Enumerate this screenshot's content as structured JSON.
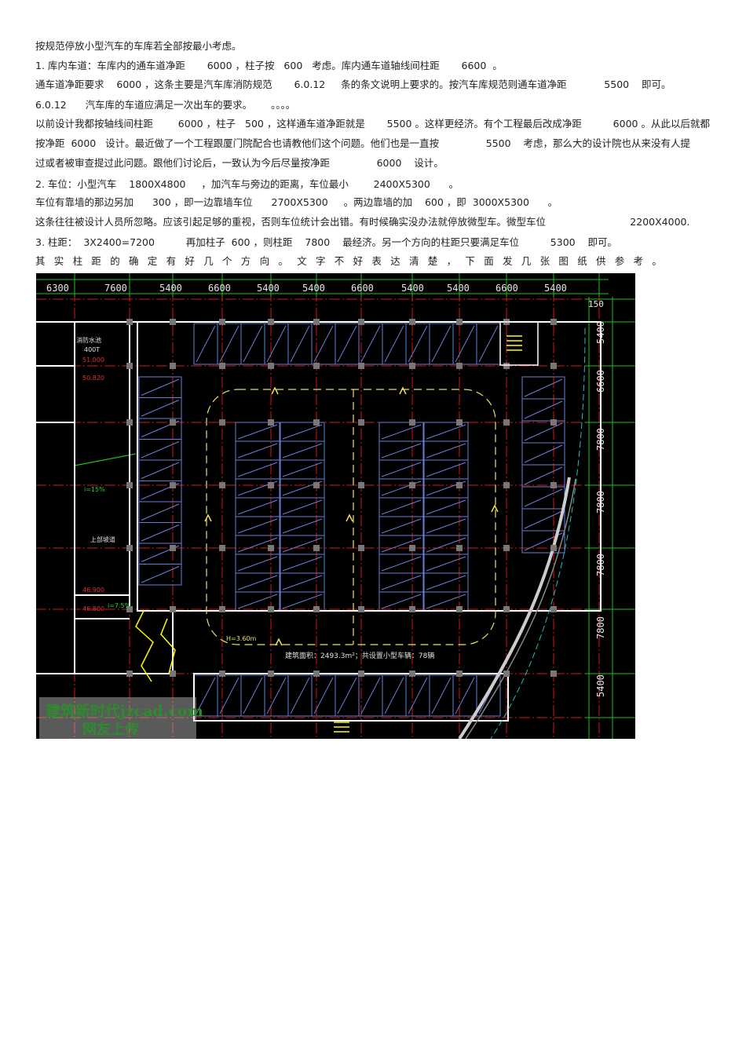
{
  "text": {
    "intro": "按规范停放小型汽车的车库若全部按最小考虑。",
    "p1_l1": "1. 库内车道：车库内的通车道净距       6000 ，柱子按   600   考虑。库内通车道轴线间柱距       6600  。",
    "p1_l2": "通车道净距要求    6000 ，这条主要是汽车库消防规范       6.0.12     条的条文说明上要求的。按汽车库规范则通车道净距            5500    即可。",
    "p1_l3": "6.0.12      汽车库的车道应满足一次出车的要求。      。。。。",
    "p1_l4": "以前设计我都按轴线间柱距        6000 ，柱子   500 ，这样通车道净距就是       5500 。这样更经济。有个工程最后改成净距          6000 。从此以后就都",
    "p1_l5": "按净距  6000   设计。最近做了一个工程跟厦门院配合也请教他们这个问题。他们也是一直按               5500    考虑，那么大的设计院也从来没有人提",
    "p1_l6": "过或者被审查提过此问题。跟他们讨论后，一致认为今后尽量按净距               6000    设计。",
    "p2_l1": "2. 车位：小型汽车    1800X4800     ，加汽车与旁边的距离，车位最小        2400X5300      。",
    "p2_l2": "车位有靠墙的那边另加      300 ，即一边靠墙车位      2700X5300     。两边靠墙的加    600 ，即  3000X5300      。",
    "p2_l3": "这条往往被设计人员所忽略。应该引起足够的重视，否则车位统计会出错。有时候确实没办法就停放微型车。微型车位                           2200X4000.",
    "p3_l1": "3. 柱距：  3X2400=7200          再加柱子  600 ，则柱距    7800    最经济。另一个方向的柱距只要满足车位          5300    即可。",
    "p3_l2": "其实柱距的确定有好几个方向。文字不好表达清楚，下面发几张图纸供参考。"
  },
  "drawing": {
    "top_dims": [
      "6300",
      "7600",
      "5400",
      "6600",
      "5400",
      "5400",
      "6600",
      "5400",
      "5400",
      "6600",
      "5400"
    ],
    "right_dims": [
      "5400",
      "6600",
      "7800",
      "7800",
      "7800",
      "7800",
      "5400"
    ],
    "corner_dim": "150",
    "labels": {
      "pump": "消防水池",
      "pump_sub": "400T",
      "ramp": "上部坡道",
      "slope": "i=15%",
      "summary": "建筑面积：2493.3m²；共设置小型车辆：78辆",
      "lvl1": "51.000",
      "lvl2": "50.820",
      "lvl3": "46.900",
      "lvl4": "46.800",
      "lvl5": "i=7.5%",
      "hgt": "H=3.60m"
    },
    "watermark_1": "建筑新时代jzcad.com",
    "watermark_2": "网友上传",
    "colors": {
      "bg": "#000000",
      "grid_red": "#d01818",
      "grid_green": "#20c020",
      "wall": "#ffffff",
      "stall": "#6a7fd8",
      "lane": "#f0e060",
      "ramp": "#f0e060"
    }
  }
}
